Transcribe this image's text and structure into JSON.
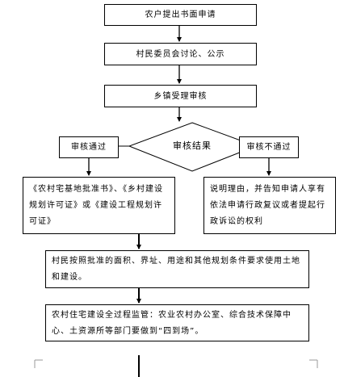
{
  "flowchart": {
    "step1": "农户提出书面申请",
    "step2": "村民委员会讨论、公示",
    "step3": "乡镇受理审核",
    "decision": "审核结果",
    "pass_label": "审核通过",
    "fail_label": "审核不通过",
    "pass_result": "《农村宅基地批准书》、《乡村建设规划许可证》或《建设工程规划许可证》",
    "fail_result": "说明理由，并告知申请人享有依法申请行政复议或者提起行政诉讼的权利",
    "step_build": "村民按照批准的面积、界址、用途和其他规划条件要求使用土地和建设。",
    "step_supervise": "农村住宅建设全过程监管：农业农村办公室、综合技术保障中心、土资源所等部门要做到“四到场”。"
  }
}
